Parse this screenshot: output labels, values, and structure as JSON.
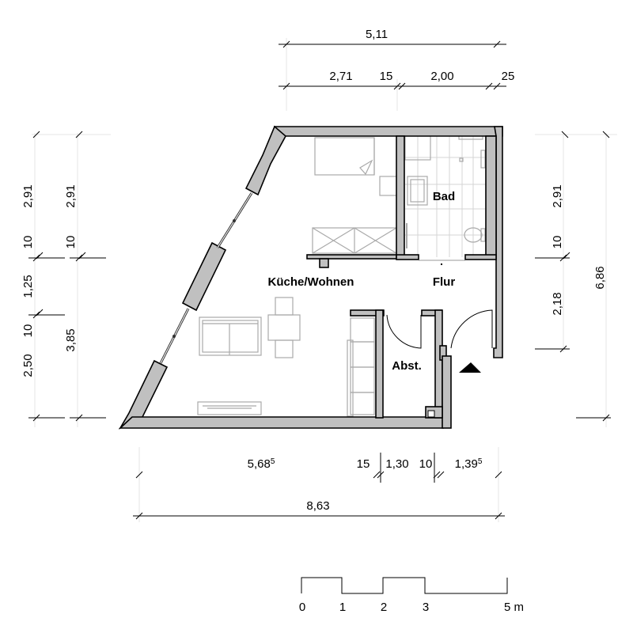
{
  "floor_plan": {
    "rooms": [
      {
        "id": "kueche_wohnen",
        "label": "Küche/Wohnen"
      },
      {
        "id": "bad",
        "label": "Bad"
      },
      {
        "id": "flur",
        "label": "Flur"
      },
      {
        "id": "abst",
        "label": "Abst."
      }
    ],
    "entrance_marker": "triangle-up"
  },
  "dimensions": {
    "top": {
      "overall": "5,11",
      "segments": [
        "2,71",
        "15",
        "2,00",
        "25"
      ]
    },
    "left_outer": {
      "segments": [
        "2,91",
        "10",
        "1,25",
        "10",
        "2,50"
      ]
    },
    "left_inner": {
      "segments": [
        "2,91",
        "10",
        "3,85"
      ]
    },
    "right_inner": {
      "segments": [
        "2,91",
        "10",
        "2,18"
      ]
    },
    "right_outer": {
      "overall": "6,86"
    },
    "bottom": {
      "segments": [
        {
          "main": "5,68",
          "sup": "5"
        },
        {
          "main": "15",
          "sup": ""
        },
        {
          "main": "1,30",
          "sup": ""
        },
        {
          "main": "10",
          "sup": ""
        },
        {
          "main": "1,39",
          "sup": "5"
        }
      ],
      "overall": "8,63"
    }
  },
  "scale_bar": {
    "ticks": [
      "0",
      "1",
      "2",
      "3",
      "5 m"
    ]
  }
}
